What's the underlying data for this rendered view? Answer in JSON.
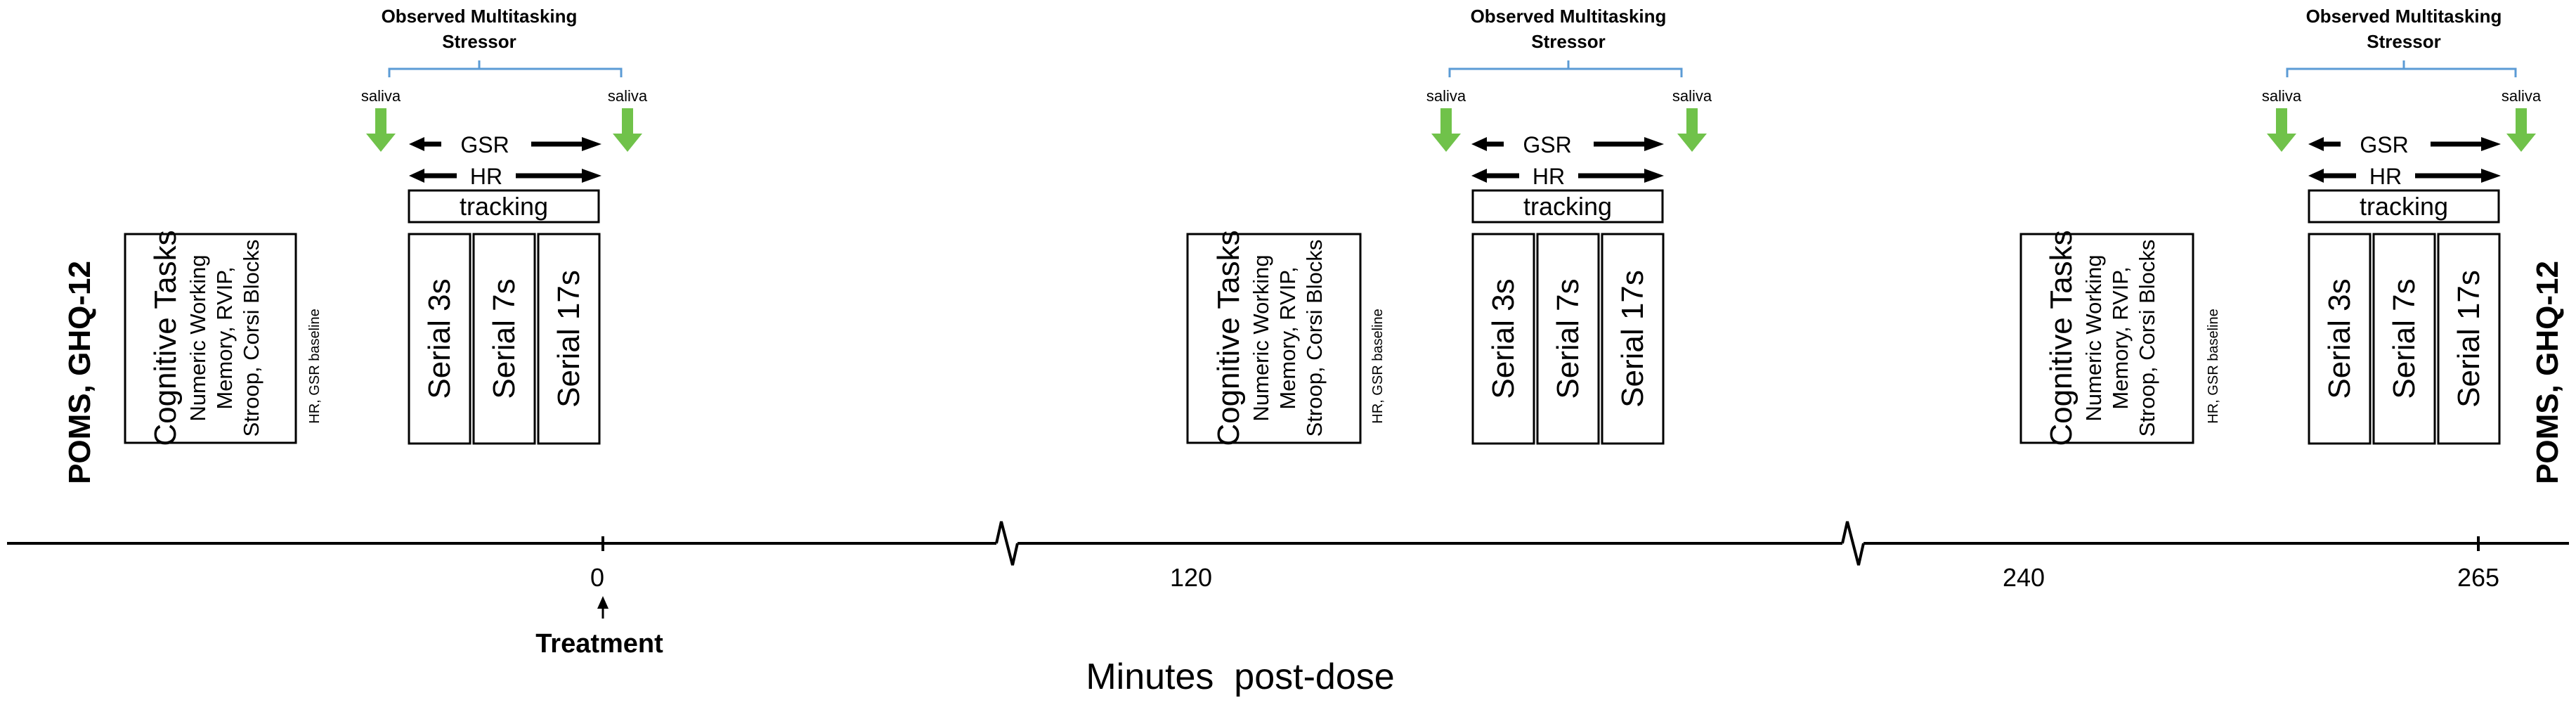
{
  "diagram": {
    "questionnaire_label": "POMS, GHQ-12",
    "stressor_label_line1": "Observed Multitasking",
    "stressor_label_line2": "Stressor",
    "saliva_label": "saliva",
    "gsr_label": "GSR",
    "hr_label": "HR",
    "tracking_label": "tracking",
    "serial_labels": [
      "Serial 3s",
      "Serial 7s",
      "Serial 17s"
    ],
    "cognitive_title": "Cognitive Tasks",
    "cognitive_lines": [
      "Numeric Working",
      "Memory, RVIP,",
      "Stroop, Corsi Blocks"
    ],
    "baseline_label": "HR, GSR baseline",
    "timeline_ticks": [
      "0",
      "120",
      "240",
      "265"
    ],
    "treatment_label": "Treatment",
    "x_axis_label": "Minutes  post-dose",
    "colors": {
      "brace": "#5b9bd5",
      "saliva_arrow": "#70c24a",
      "line": "#000000"
    }
  }
}
